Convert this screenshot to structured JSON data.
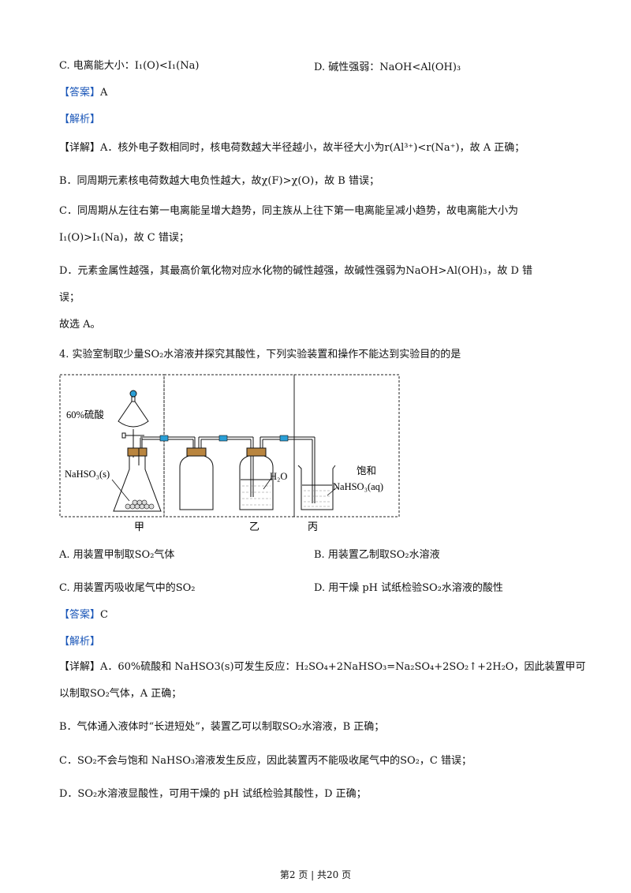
{
  "q3": {
    "option_c": "C.  电离能大小：I₁(O)<I₁(Na)",
    "option_d": "D.  碱性强弱：NaOH<Al(OH)₃",
    "answer_tag": "【答案】",
    "answer": "A",
    "analysis_tag": "【解析】",
    "detail_a": "【详解】A．核外电子数相同时，核电荷数越大半径越小，故半径大小为r(Al³⁺)<r(Na⁺)，故 A 正确；",
    "detail_b": "B．同周期元素核电荷数越大电负性越大，故χ(F)>χ(O)，故 B 错误；",
    "detail_c1": "C．同周期从左往右第一电离能呈增大趋势，同主族从上往下第一电离能呈减小趋势，故电离能大小为",
    "detail_c2": "I₁(O)>I₁(Na)，故 C 错误；",
    "detail_d1": "D．元素金属性越强，其最高价氧化物对应水化物的碱性越强，故碱性强弱为NaOH>Al(OH)₃，故 D 错",
    "detail_d2": "误；",
    "conclusion": "故选 A。"
  },
  "q4": {
    "stem": "4. 实验室制取少量SO₂水溶液并探究其酸性，下列实验装置和操作不能达到实验目的的是",
    "diagram": {
      "label_acid": "60%硫酸",
      "label_solid": "NaHSO₃(s)",
      "label_water": "H₂O",
      "label_saturated": "饱和",
      "label_aq": "NaHSO₃(aq)",
      "section_1": "甲",
      "section_2": "乙",
      "section_3": "丙"
    },
    "option_a": "A.  用装置甲制取SO₂气体",
    "option_b": "B.  用装置乙制取SO₂水溶液",
    "option_c": "C.  用装置丙吸收尾气中的SO₂",
    "option_d": "D.  用干燥 pH 试纸检验SO₂水溶液的酸性",
    "answer_tag": "【答案】",
    "answer": "C",
    "analysis_tag": "【解析】",
    "detail_a1": "【详解】A．60%硫酸和 NaHSO3(s)可发生反应：H₂SO₄+2NaHSO₃=Na₂SO₄+2SO₂↑+2H₂O，因此装置甲可",
    "detail_a2": "以制取SO₂气体，A 正确；",
    "detail_b": "B．气体通入液体时“长进短处”，装置乙可以制取SO₂水溶液，B 正确；",
    "detail_c": "C．SO₂不会与饱和 NaHSO₃溶液发生反应，因此装置丙不能吸收尾气中的SO₂，C 错误；",
    "detail_d": "D．SO₂水溶液显酸性，可用干燥的 pH 试纸检验其酸性，D 正确；"
  },
  "footer": "第2 页 | 共20 页",
  "colors": {
    "tag": "#1a56b8",
    "valve": "#2a9fd6",
    "text": "#111111"
  }
}
